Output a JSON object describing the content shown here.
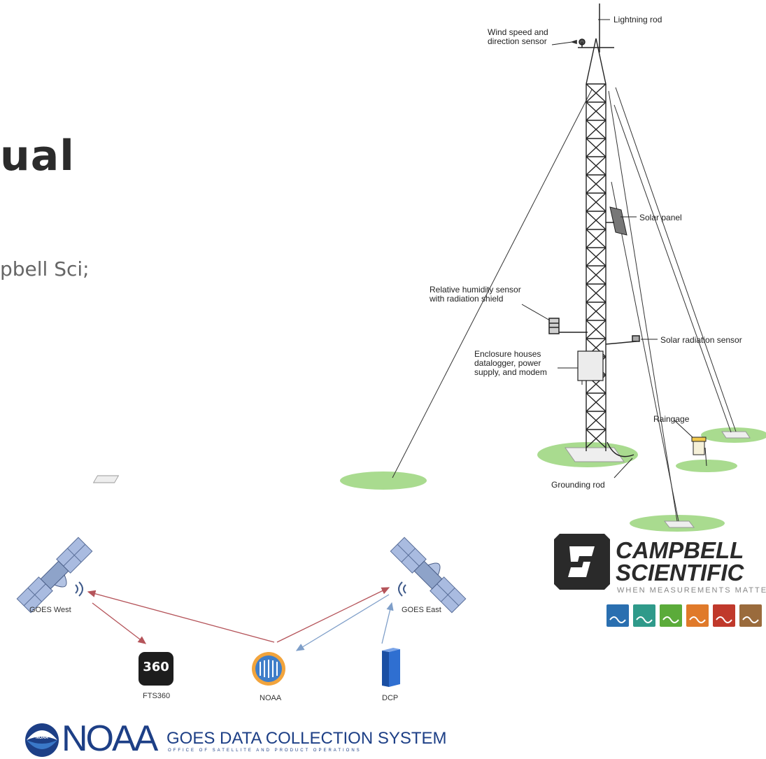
{
  "slide": {
    "title_fragment": "ual",
    "subtitle_fragment": "pbell Sci;"
  },
  "tower_diagram": {
    "labels": {
      "lightning_rod": "Lightning rod",
      "wind_sensor_1": "Wind speed and",
      "wind_sensor_2": "direction sensor",
      "solar_panel": "Solar panel",
      "rh_sensor_1": "Relative humidity sensor",
      "rh_sensor_2": "with radiation shield",
      "solar_radiation": "Solar radiation sensor",
      "enclosure_1": "Enclosure houses",
      "enclosure_2": "datalogger, power",
      "enclosure_3": "supply, and modem",
      "raingage": "Raingage",
      "grounding_rod": "Grounding rod"
    }
  },
  "campbell_logo": {
    "line1": "CAMPBELL",
    "line2": "SCIENTIFIC",
    "tagline": "WHEN MEASUREMENTS MATTER",
    "brand_color": "#2a2a2a",
    "icon_colors": [
      "#2a6fb0",
      "#2f9a8a",
      "#5bab3a",
      "#e07a2a",
      "#c0392b",
      "#9a6b3c"
    ]
  },
  "goes_diagram": {
    "nodes": {
      "goes_west": "GOES West",
      "goes_east": "GOES East",
      "fts360": "FTS360",
      "noaa": "NOAA",
      "dcp": "DCP"
    },
    "fts_badge": "360",
    "arrow_colors": {
      "red": "#b5545a",
      "blue": "#7f9fc9"
    }
  },
  "noaa_banner": {
    "acronym": "NOAA",
    "title": "GOES DATA COLLECTION SYSTEM",
    "subtitle": "OFFICE OF SATELLITE AND PRODUCT OPERATIONS",
    "seal_text": "NOAA",
    "brand_color": "#1d3f86"
  }
}
